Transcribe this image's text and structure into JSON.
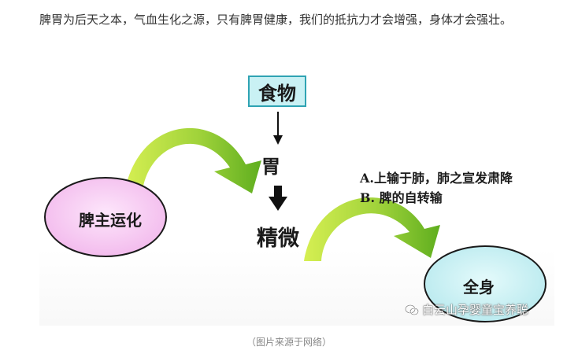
{
  "article": {
    "paragraph": "脾胃为后天之本，气血生化之源，只有脾胃健康，我们的抵抗力才会增强，身体才会强壮。"
  },
  "figure": {
    "food_label": "食物",
    "stomach_label": "胃",
    "essence_label": "精微",
    "spleen_label": "脾主运化",
    "body_label": "全身",
    "note_a": "A.上输于肺，肺之宣发肃降",
    "note_b": "B. 脾的自转输",
    "watermark": "白云山孕婴童宝养聪",
    "colors": {
      "food_box_fill": "#c9f1f4",
      "food_box_border": "#2fa3b3",
      "spleen_ellipse_fill": "#f7c9f2",
      "body_ellipse_fill": "#c6eff2",
      "arrow_green_light": "#d6ef52",
      "arrow_green_dark": "#5fae1f"
    }
  },
  "caption": "（图片来源于网络）"
}
